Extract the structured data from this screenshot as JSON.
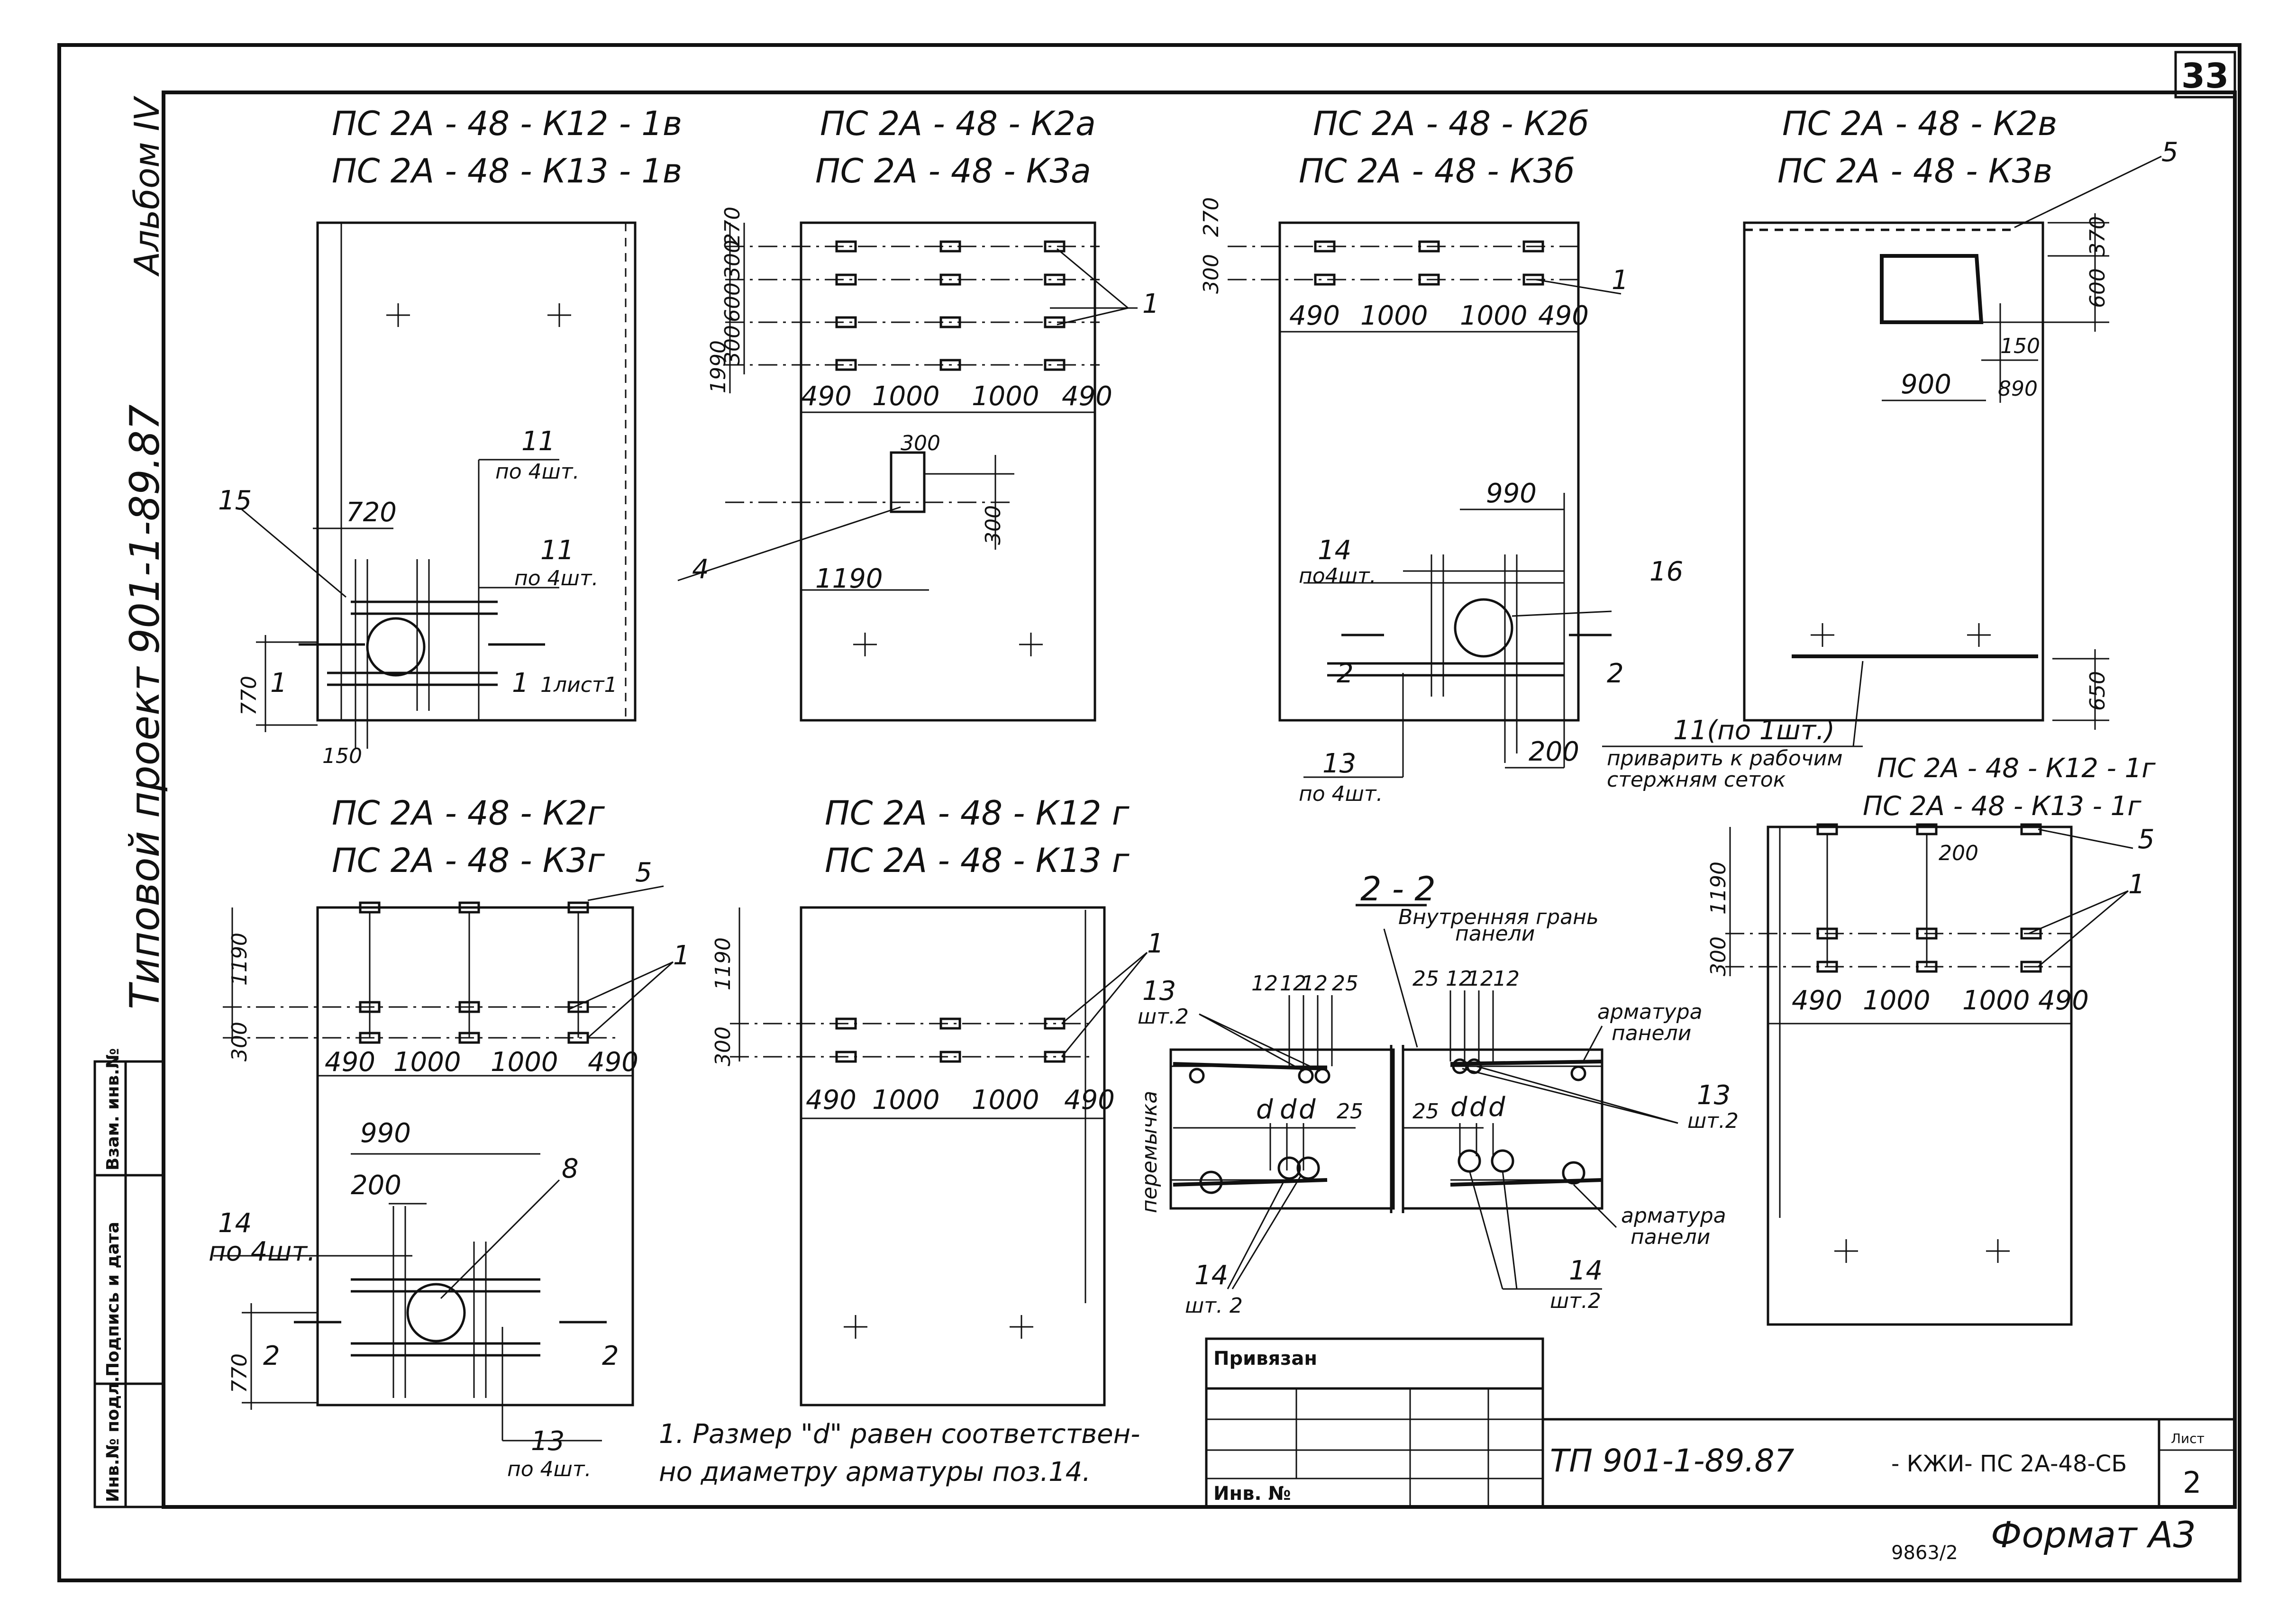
{
  "sheet": {
    "page_number": "33",
    "album": "Альбом IV",
    "project": "Типовой проект 901-1-89.87",
    "side_labels": [
      "Инв.№ подл.",
      "Подпись и дата",
      "Взам. инв.№"
    ],
    "format": "Формат А3",
    "stamp_code": "9863/2"
  },
  "title_block": {
    "attached": "Привязан",
    "inv": "Инв. №",
    "project_code": "ТП 901-1-89.87",
    "doc_code": "- КЖИ- ПС 2А-48-СБ",
    "sheet_label": "Лист",
    "sheet_no": "2"
  },
  "panels": {
    "p1": {
      "t1": "ПС 2А - 48 - К12 - 1в",
      "t2": "ПС 2А - 48 - К13 - 1в",
      "d720": "720",
      "d11a": "11",
      "d11a_sub": "по 4шт.",
      "d11b": "11",
      "d11b_sub": "по 4шт.",
      "d15": "15",
      "d770": "770",
      "d150": "150",
      "s1": "1",
      "s1b": "1",
      "s1_ref": "1лист1"
    },
    "p2": {
      "t1": "ПС 2А - 48 - К2а",
      "t2": "ПС 2А - 48 - К3а",
      "d270": "270",
      "d300a": "300",
      "d600": "600",
      "d300b": "300",
      "d1990": "1990",
      "c1": "490",
      "c2": "1000",
      "c3": "1000",
      "c4": "490",
      "d300c": "300",
      "d300d": "300",
      "d1190": "1190",
      "n4": "4",
      "n1": "1"
    },
    "p3": {
      "t1": "ПС 2А - 48 - К2б",
      "t2": "ПС 2А - 48 - К3б",
      "d270": "270",
      "d300": "300",
      "c1": "490",
      "c2": "1000",
      "c3": "1000",
      "c4": "490",
      "n1": "1",
      "d990": "990",
      "d14": "14",
      "d14_sub": "по4шт.",
      "d16": "16",
      "s2": "2",
      "s2b": "2",
      "d13": "13",
      "d13_sub": "по 4шт.",
      "d200": "200"
    },
    "p4": {
      "t1": "ПС 2А - 48 - К2в",
      "t2": "ПС 2А - 48 - К3в",
      "n5": "5",
      "d370": "370",
      "d600": "600",
      "d150": "150",
      "d900": "900",
      "d890": "890",
      "d650": "650",
      "note11": "11(по 1шт.)",
      "note_weld": "приварить к рабочим",
      "note_weld2": "стержням сеток"
    },
    "p5": {
      "t1": "ПС 2А - 48 - К2г",
      "t2": "ПС 2А - 48 - К3г",
      "n5": "5",
      "n1": "1",
      "d1190": "1190",
      "d300": "300",
      "c1": "490",
      "c2": "1000",
      "c3": "1000",
      "c4": "490",
      "d990": "990",
      "d200": "200",
      "n8": "8",
      "d14": "14",
      "d14_sub": "по 4шт.",
      "d770": "770",
      "s2": "2",
      "s2b": "2",
      "d13": "13",
      "d13_sub": "по 4шт."
    },
    "p6": {
      "t1": "ПС 2А - 48 - К12 г",
      "t2": "ПС 2А - 48 - К13 г",
      "d1190": "1190",
      "d300": "300",
      "c1": "490",
      "c2": "1000",
      "c3": "1000",
      "c4": "490",
      "n1": "1"
    },
    "p7": {
      "t1": "ПС 2А - 48 - К12 - 1г",
      "t2": "ПС 2А - 48 - К13 - 1г",
      "n5": "5",
      "n1": "1",
      "d1190": "1190",
      "d300": "300",
      "d200": "200",
      "c1": "490",
      "c2": "1000",
      "c3": "1000",
      "c4": "490"
    }
  },
  "section": {
    "title": "2 - 2",
    "inner_face": "Внутренняя грань",
    "inner_face2": "панели",
    "dl": [
      "12",
      "12",
      "12",
      "25"
    ],
    "dr": [
      "25",
      "12",
      "12",
      "12"
    ],
    "n13l": "13",
    "n13l_sub": "шт.2",
    "partition": "перемычка",
    "d_left": [
      "d",
      "d",
      "d"
    ],
    "d25l": "25",
    "d_right": [
      "d",
      "d",
      "d"
    ],
    "d25r": "25",
    "arm1": "арматура",
    "arm1b": "панели",
    "n13r": "13",
    "n13r_sub": "шт.2",
    "arm2": "арматура",
    "arm2b": "панели",
    "n14l": "14",
    "n14l_sub": "шт. 2",
    "n14r": "14",
    "n14r_sub": "шт.2"
  },
  "note": {
    "line1": "1. Размер \"d\" равен соответствен-",
    "line2": "но диаметру арматуры поз.14."
  }
}
